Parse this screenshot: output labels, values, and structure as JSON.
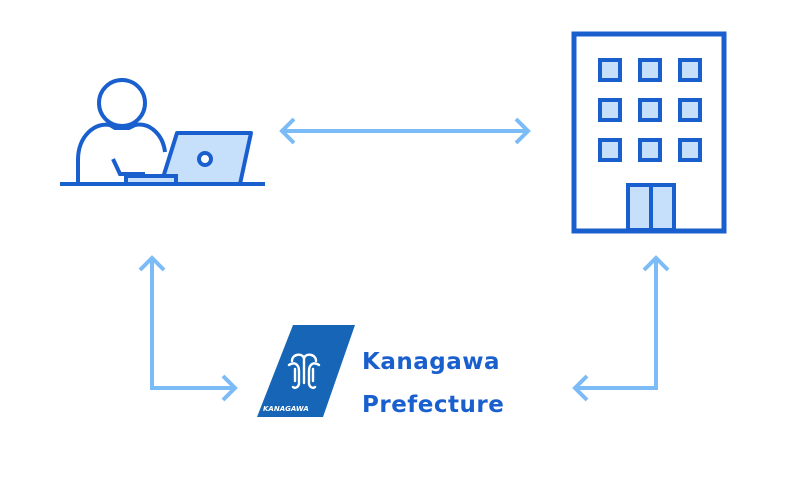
{
  "colors": {
    "primary": "#1a5fce",
    "fill_light": "#c6e0fc",
    "arrow": "#7bbcf7",
    "logo_bg": "#1765b6",
    "background": "#ffffff"
  },
  "nodes": {
    "user": {
      "icon": "person-at-laptop-icon"
    },
    "office": {
      "icon": "office-building-icon"
    },
    "prefecture": {
      "icon": "kanagawa-prefecture-logo",
      "logo_caption": "KANAGAWA",
      "name_line1": "Kanagawa",
      "name_line2": "Prefecture"
    }
  },
  "connectors": [
    {
      "from": "user",
      "to": "office",
      "type": "bidirectional-arrow"
    },
    {
      "from": "user",
      "to": "prefecture",
      "type": "bidirectional-elbow-arrow"
    },
    {
      "from": "office",
      "to": "prefecture",
      "type": "bidirectional-elbow-arrow"
    }
  ]
}
